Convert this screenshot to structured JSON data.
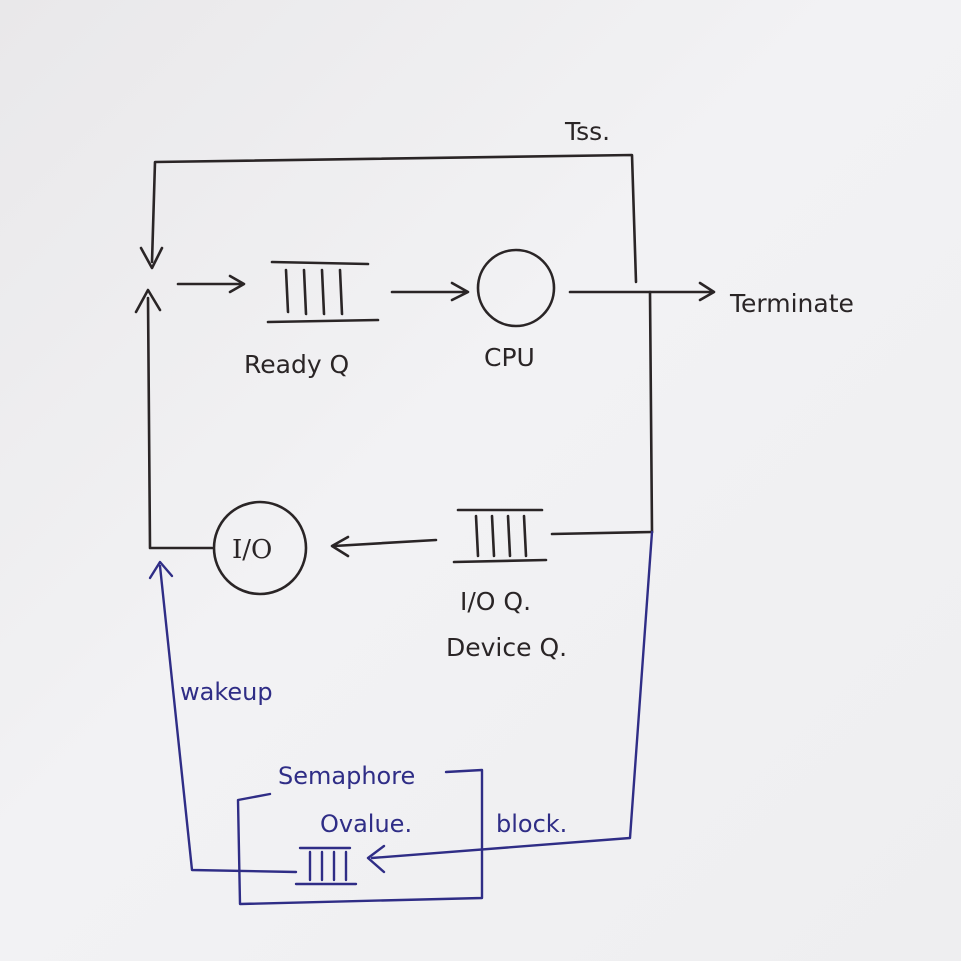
{
  "diagram": {
    "labels": {
      "tss": "Tss.",
      "terminate": "Terminate",
      "ready_q": "Ready Q",
      "cpu": "CPU",
      "io": "I/O",
      "io_q": "I/O Q.",
      "device_q": "Device Q.",
      "wakeup": "wakeup",
      "semaphore": "Semaphore",
      "ovalue": "Ovalue.",
      "block": "block."
    },
    "colors": {
      "ink": "#2a2526",
      "blue_ink": "#2f2d86",
      "paper": "#eeeef0"
    }
  }
}
